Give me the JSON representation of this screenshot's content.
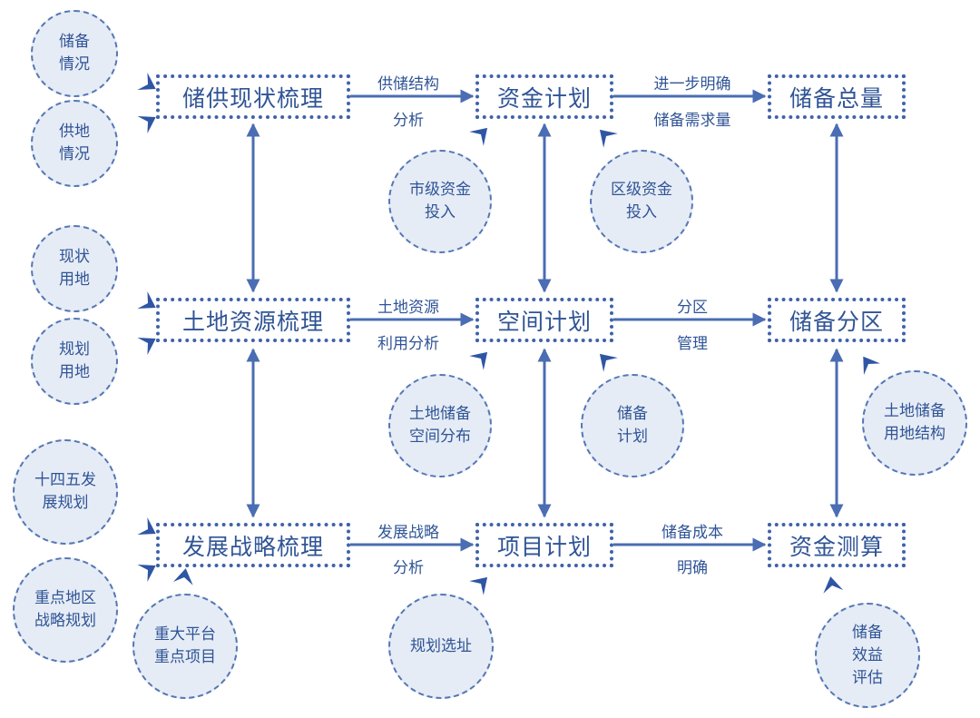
{
  "colors": {
    "line": "#4a6db3",
    "box_border": "#3f63a8",
    "circle_fill": "#e6ecf5",
    "text": "#2f5496"
  },
  "boxes": {
    "supply_review": "储供现状梳理",
    "fund_plan": "资金计划",
    "reserve_total": "储备总量",
    "land_review": "土地资源梳理",
    "space_plan": "空间计划",
    "reserve_zone": "储备分区",
    "strategy_review": "发展战略梳理",
    "project_plan": "项目计划",
    "fund_calc": "资金测算"
  },
  "circles": {
    "reserve_status": "储备\n情况",
    "supply_status": "供地\n情况",
    "city_fund": "市级资金\n投入",
    "district_fund": "区级资金\n投入",
    "current_land": "现状\n用地",
    "planned_land": "规划\n用地",
    "reserve_space": "土地储备\n空间分布",
    "reserve_plan": "储备\n计划",
    "land_structure": "土地储备\n用地结构",
    "plan_145": "十四五发\n展规划",
    "key_area": "重点地区\n战略规划",
    "major_platform": "重大平台\n重点项目",
    "site_selection": "规划选址",
    "benefit_eval": "储备\n效益\n评估"
  },
  "labels": {
    "r1a_top": "供储结构",
    "r1a_bottom": "分析",
    "r1b_top": "进一步明确",
    "r1b_bottom": "储备需求量",
    "r2a_top": "土地资源",
    "r2a_bottom": "利用分析",
    "r2b_top": "分区",
    "r2b_bottom": "管理",
    "r3a_top": "发展战略",
    "r3a_bottom": "分析",
    "r3b_top": "储备成本",
    "r3b_bottom": "明确"
  }
}
